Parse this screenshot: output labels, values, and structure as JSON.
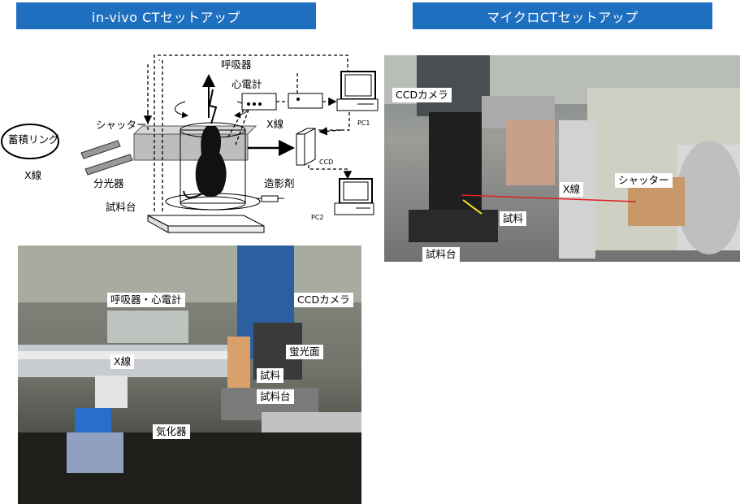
{
  "headers": {
    "in_vivo": "in-vivo CTセットアップ",
    "micro": "マイクロCTセットアップ"
  },
  "diagram": {
    "breathing": "呼吸器",
    "ecg": "心電計",
    "xray_center": "X線",
    "shutter": "シャッター",
    "storage_ring": "蓄積リング",
    "xray_left": "X線",
    "splitter": "分光器",
    "sample_stage": "試料台",
    "contrast": "造影剤",
    "ccd": "CCD",
    "pc1": "PC1",
    "pc2": "PC2"
  },
  "micro_photo": {
    "ccd_camera": "CCDカメラ",
    "xray": "X線",
    "shutter": "シャッター",
    "sample": "試料",
    "sample_stage": "試料台"
  },
  "invivo_photo": {
    "breathing_ecg": "呼吸器・心電計",
    "ccd_camera": "CCDカメラ",
    "xray": "X線",
    "phosphor": "蛍光面",
    "sample": "試料",
    "sample_stage": "試料台",
    "vaporizer": "気化器"
  }
}
